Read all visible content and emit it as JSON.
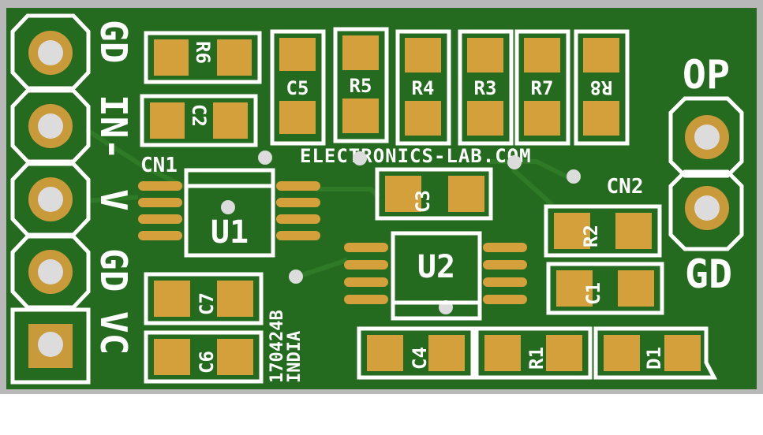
{
  "board": {
    "site": "ELECTRONICS-LAB.COM",
    "code": "170424B",
    "country": "INDIA",
    "colors": {
      "soldermask": "#256b1f",
      "trace": "#2e7a26",
      "pad": "#d4a03c",
      "silk": "#ffffff",
      "frame": "#b8b8b8",
      "ring": "#c99a3a",
      "hole": "#dcdcdc"
    }
  },
  "connectors": {
    "cn1": {
      "name": "CN1",
      "pins": [
        "GD",
        "IN-",
        "V",
        "GD",
        "VC"
      ]
    },
    "cn2": {
      "name": "CN2",
      "pins": [
        "OP",
        "GD"
      ]
    }
  },
  "ics": [
    "U1",
    "U2"
  ],
  "resistors": [
    "R1",
    "R2",
    "R3",
    "R4",
    "R5",
    "R6",
    "R7",
    "R8"
  ],
  "capacitors": [
    "C1",
    "C2",
    "C3",
    "C4",
    "C5",
    "C6",
    "C7"
  ],
  "diodes": [
    "D1"
  ]
}
